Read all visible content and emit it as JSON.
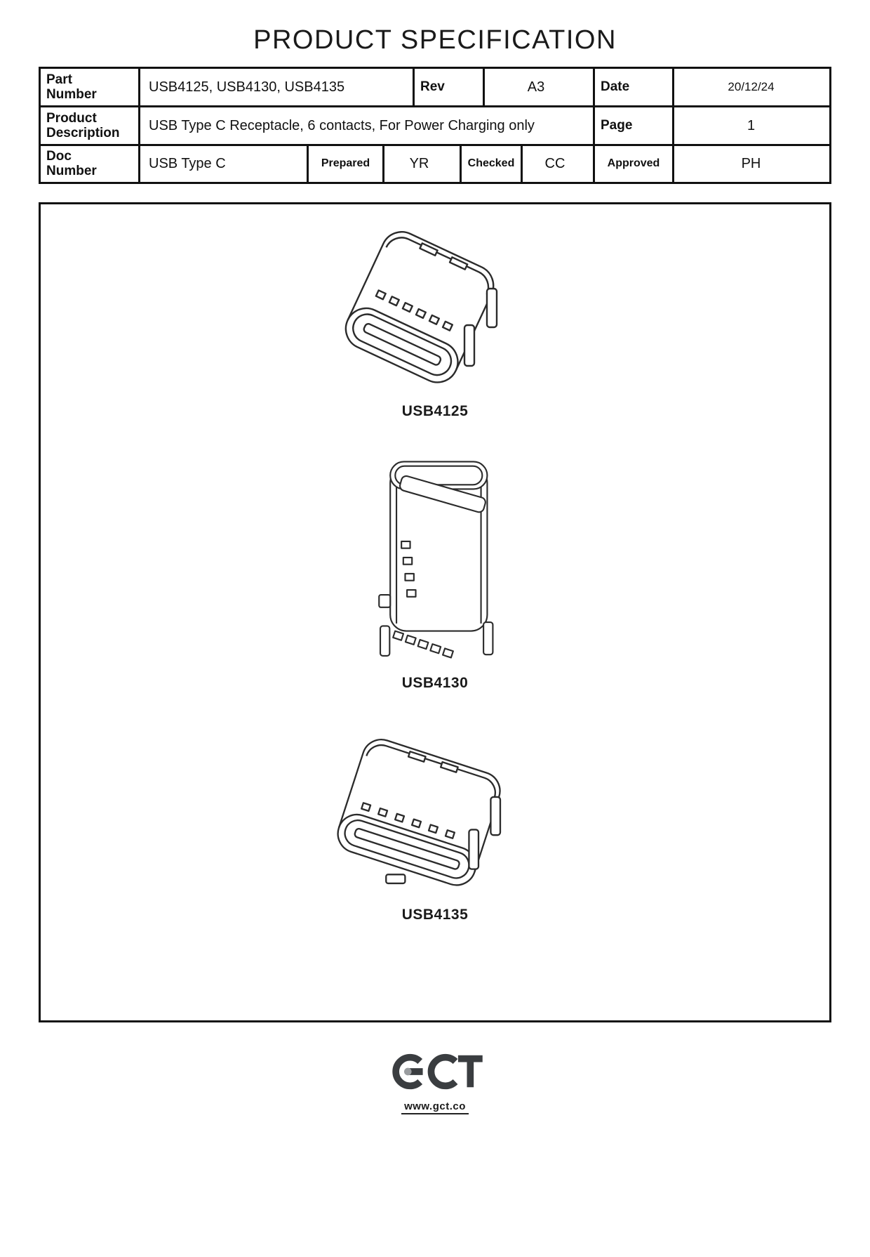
{
  "title": "PRODUCT SPECIFICATION",
  "table": {
    "part_number": {
      "label": "Part\nNumber",
      "value": "USB4125, USB4130, USB4135"
    },
    "rev": {
      "label": "Rev",
      "value": "A3"
    },
    "date": {
      "label": "Date",
      "value": "20/12/24"
    },
    "product_description": {
      "label": "Product\nDescription",
      "value": "USB Type C Receptacle, 6 contacts, For Power Charging only"
    },
    "page": {
      "label": "Page",
      "value": "1"
    },
    "doc_number": {
      "label": "Doc\nNumber",
      "value": "USB Type C"
    },
    "prepared": {
      "label": "Prepared",
      "value": "YR"
    },
    "checked": {
      "label": "Checked",
      "value": "CC"
    },
    "approved": {
      "label": "Approved",
      "value": "PH"
    }
  },
  "figures": [
    {
      "label": "USB4125"
    },
    {
      "label": "USB4130"
    },
    {
      "label": "USB4135"
    }
  ],
  "footer": {
    "logo": "GCT",
    "website": "www.gct.co"
  }
}
